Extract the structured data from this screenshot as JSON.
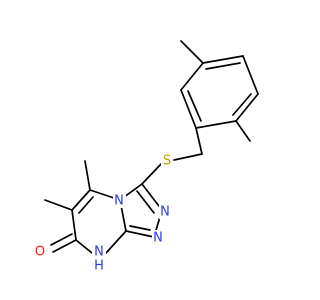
{
  "colors": {
    "background": "#ffffff",
    "bond": "#000000",
    "nitrogen": "#2b39e8",
    "sulfur": "#b8a400",
    "oxygen": "#ff1a1a"
  },
  "atom_labels": {
    "sulfur": "S",
    "nitrogen_ring_fused": "N",
    "nitrogen_triazole_1": "N",
    "nitrogen_triazole_2": "N",
    "nitrogen_nh": "N",
    "hydrogen_nh": "H",
    "oxygen_carbonyl": "O"
  }
}
